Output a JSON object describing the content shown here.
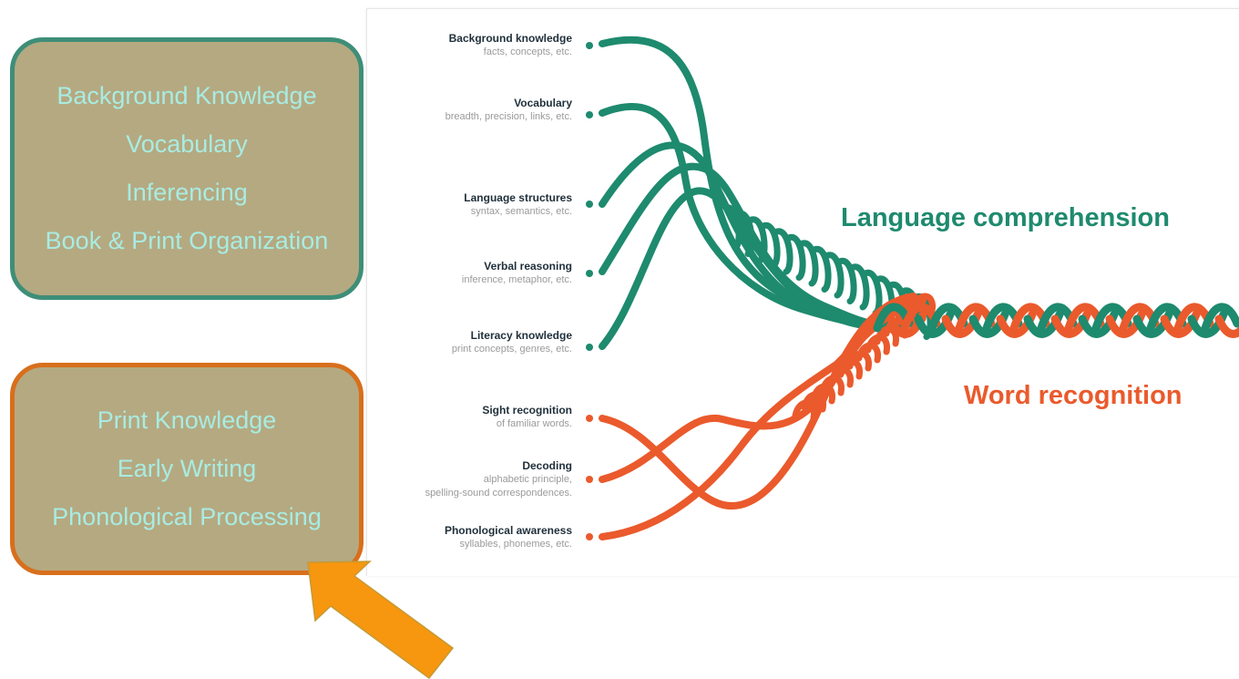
{
  "language_box": {
    "items": [
      "Background Knowledge",
      "Vocabulary",
      "Inferencing",
      "Book & Print Organization"
    ]
  },
  "word_box": {
    "items": [
      "Print Knowledge",
      "Early Writing",
      "Phonological Processing"
    ]
  },
  "figure": {
    "language_strands": [
      {
        "title": "Background knowledge",
        "subtitle": [
          "facts, concepts, etc."
        ]
      },
      {
        "title": "Vocabulary",
        "subtitle": [
          "breadth, precision, links, etc."
        ]
      },
      {
        "title": "Language structures",
        "subtitle": [
          "syntax, semantics, etc."
        ]
      },
      {
        "title": "Verbal reasoning",
        "subtitle": [
          "inference, metaphor, etc."
        ]
      },
      {
        "title": "Literacy knowledge",
        "subtitle": [
          "print concepts, genres, etc."
        ]
      }
    ],
    "word_strands": [
      {
        "title": "Sight recognition",
        "subtitle": [
          "of familiar words."
        ]
      },
      {
        "title": "Decoding",
        "subtitle": [
          "alphabetic principle,",
          "spelling-sound correspondences."
        ]
      },
      {
        "title": "Phonological awareness",
        "subtitle": [
          "syllables, phonemes, etc."
        ]
      }
    ],
    "language_label": "Language comprehension",
    "word_label": "Word recognition"
  },
  "colors": {
    "language": "#1e8a6e",
    "word": "#ea5a2c",
    "box_fill": "#b5a981",
    "box_text": "#a8ece2",
    "arrow": "#f7960f"
  },
  "icons": {
    "arrow": "arrow-pointing-up-left"
  }
}
